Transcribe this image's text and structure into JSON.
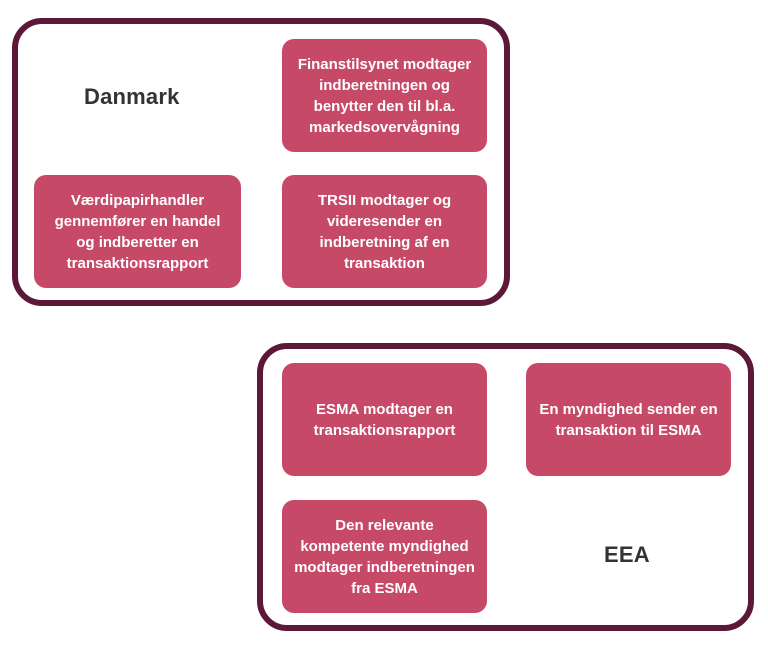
{
  "regions": {
    "denmark": {
      "label": "Danmark"
    },
    "eea": {
      "label": "EEA"
    }
  },
  "boxes": {
    "finanstilsynet": "Finanstilsynet modtager\nindberetningen og\nbenytter den til bl.a.\nmarkedsovervågning",
    "vaerdipapirhandler": "Værdipapirhandler\ngennemfører en handel\nog indberetter en\ntransaktionsrapport",
    "trsii": "TRSII modtager og\nvideresender en\nindberetning af en\ntransaktion",
    "esma_modtager": "ESMA modtager en\ntransaktionsrapport",
    "myndighed_sender": "En myndighed sender en\ntransaktion til ESMA",
    "relevante_myndighed": "Den relevante\nkompetente myndighed\nmodtager indberetningen\nfra ESMA"
  },
  "colors": {
    "border": "#5b1838",
    "box": "#c64a68",
    "label": "#333333"
  }
}
